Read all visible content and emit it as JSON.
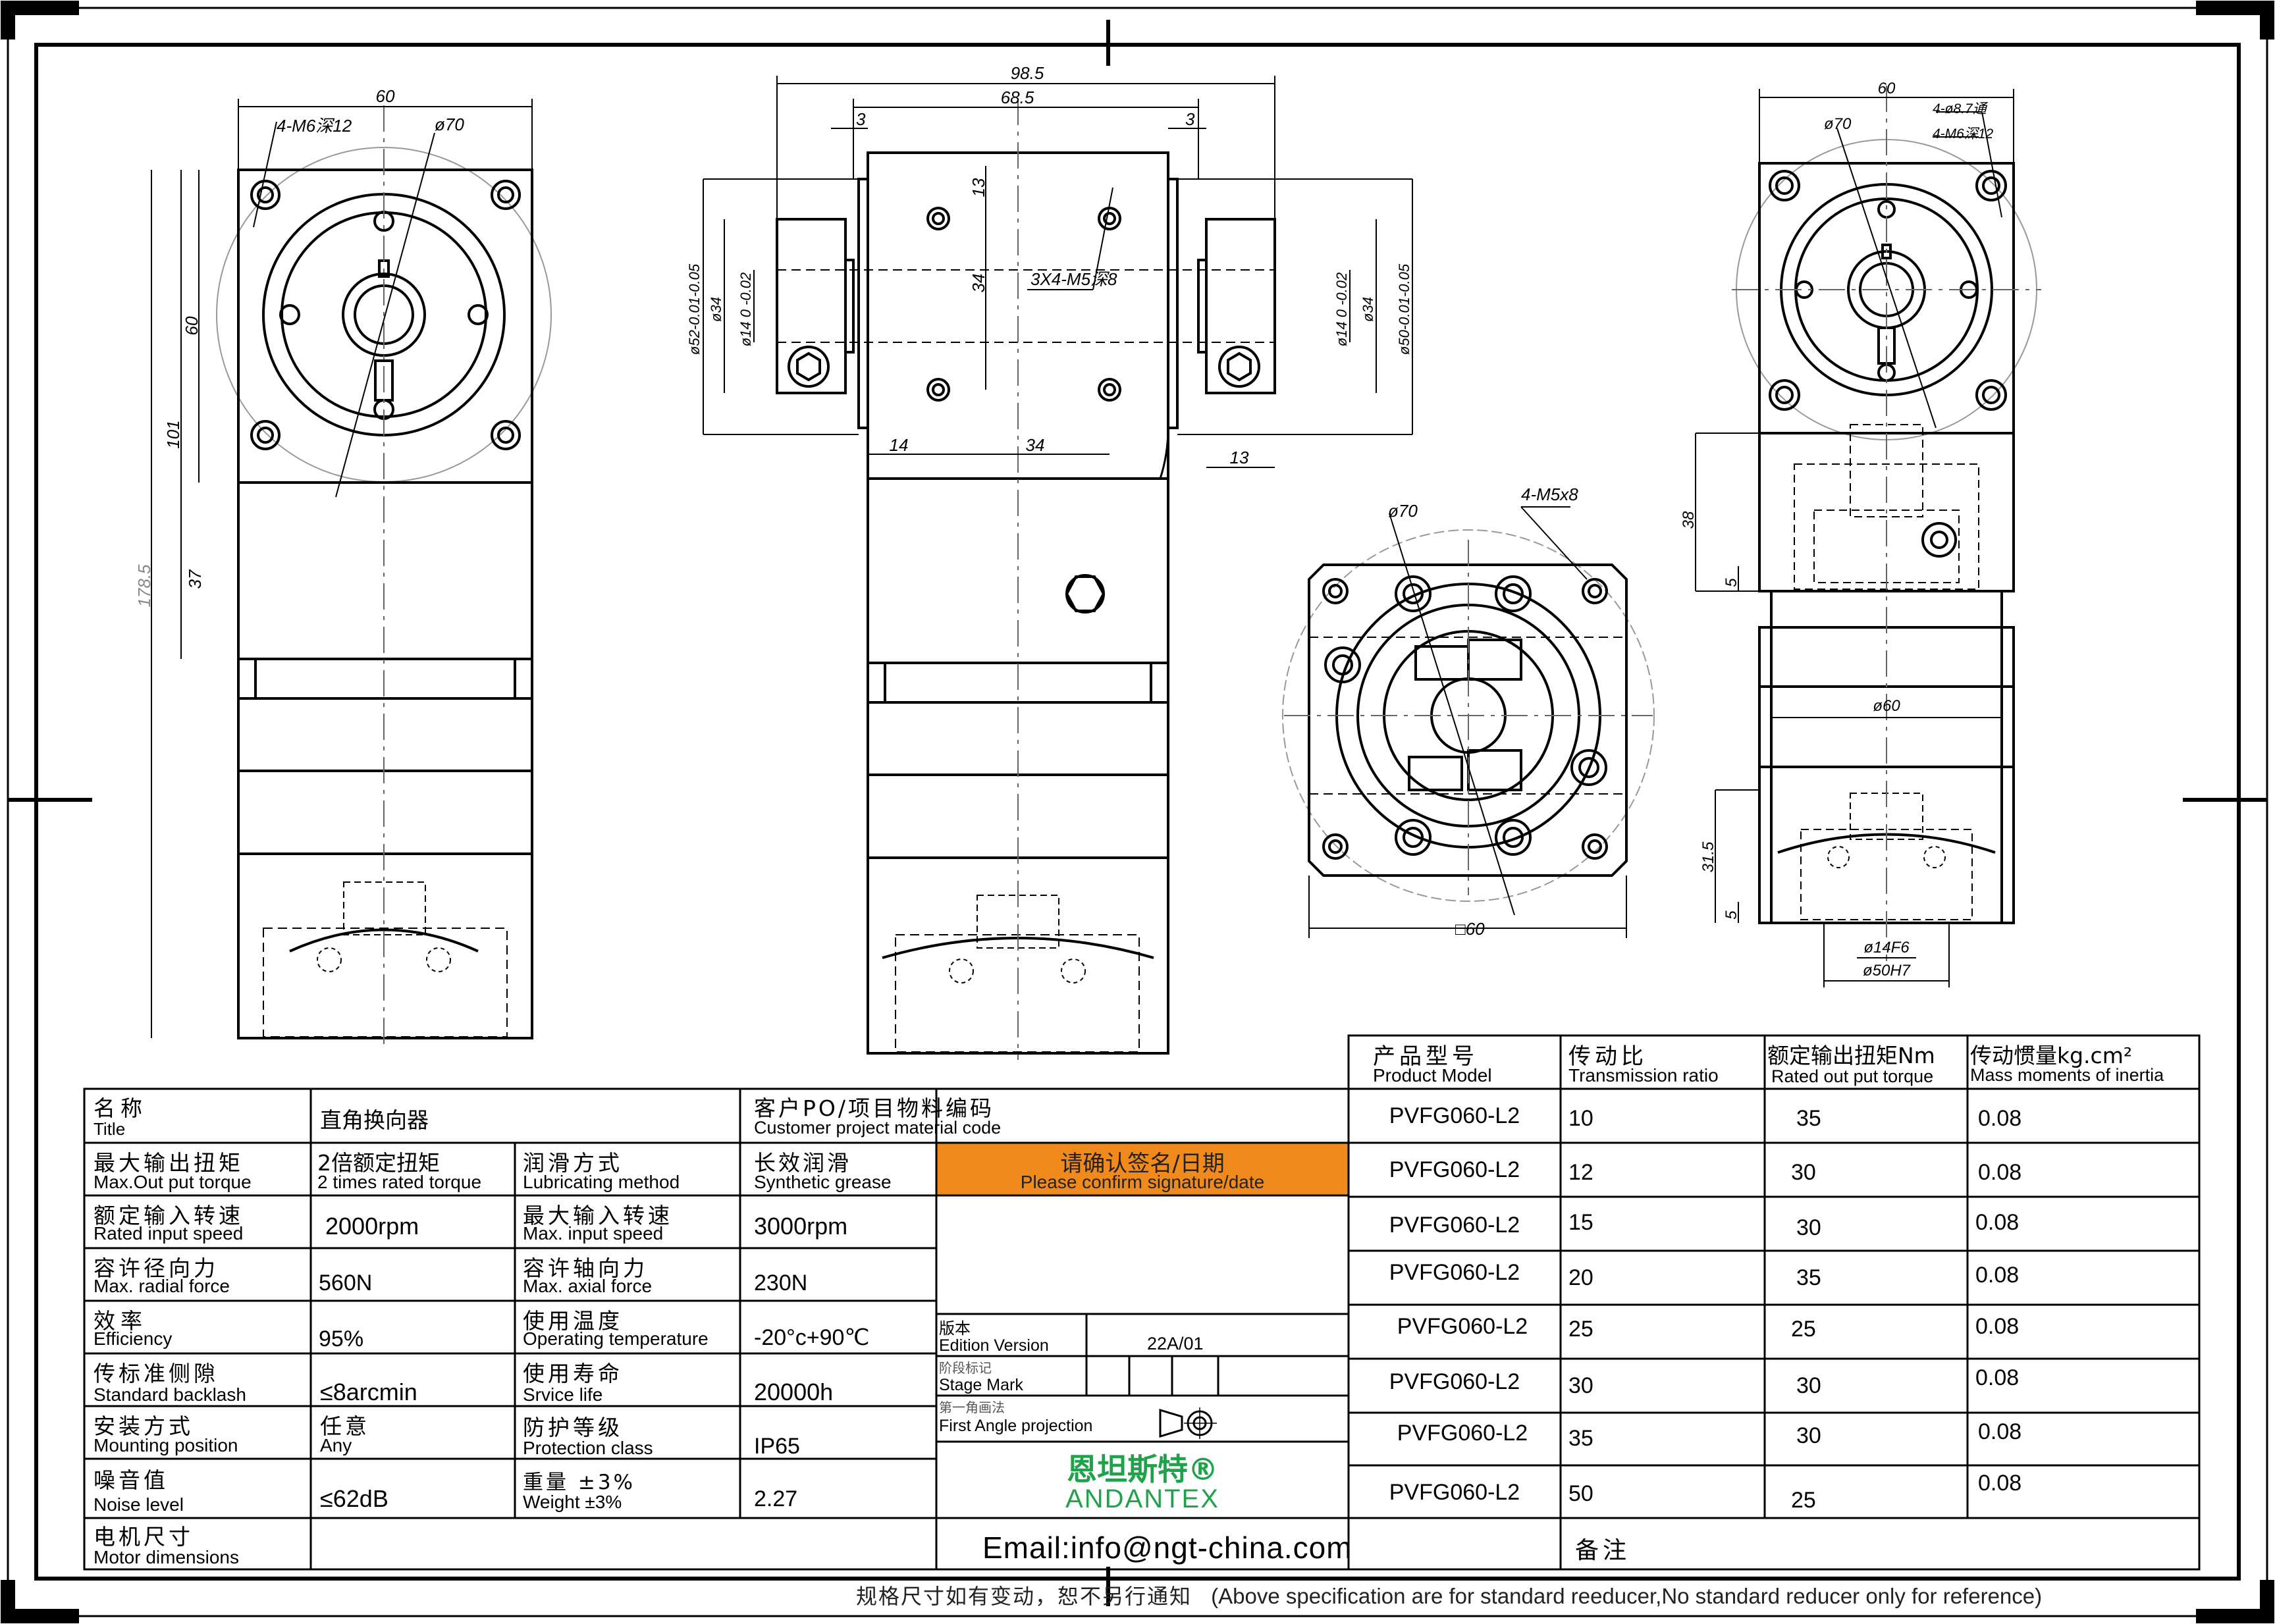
{
  "dimensions": {
    "left_view": {
      "top_width": "60",
      "tap_holes": "4-M6深12",
      "circle": "ø70",
      "flange_height": "60",
      "height_101": "101",
      "height_37": "37",
      "total_height": "178.5"
    },
    "center_view": {
      "overall": "98.5",
      "body": "68.5",
      "gap_left": "3",
      "gap_right": "3",
      "top_13": "13",
      "height_34": "34",
      "tap_holes": "3X4-M5深8",
      "bottom_14": "14",
      "bottom_34": "34",
      "shaft_13": "13",
      "left_d1": "ø52-0.01-0.05",
      "left_d2": "ø34",
      "left_d3": "ø14 0 -0.02",
      "right_d1": "ø14 0 -0.02",
      "right_d2": "ø34",
      "right_d3": "ø50-0.01-0.05"
    },
    "bottom_view": {
      "circle": "ø70",
      "tap_holes": "4-M5x8",
      "square": "□60"
    },
    "right_view": {
      "top_width": "60",
      "holes_1": "4-ø8.7通",
      "holes_2": "4-M6深12",
      "circle": "ø70",
      "height_38": "38",
      "height_5a": "5",
      "d60": "ø60",
      "height_315": "31.5",
      "height_5b": "5",
      "d14": "ø14F6",
      "d50": "ø50H7"
    }
  },
  "spec_table": {
    "rows": [
      {
        "label_cn": "名称",
        "label_en": "Title",
        "value": "直角换向器",
        "label2_cn": "客户PO/项目物料编码",
        "label2_en": "Customer project material code",
        "value2": ""
      },
      {
        "label_cn": "最大输出扭矩",
        "label_en": "Max.Out put torque",
        "value_cn": "2倍额定扭矩",
        "value_en": "2 times rated torque",
        "label2_cn": "润滑方式",
        "label2_en": "Lubricating method",
        "value2_cn": "长效润滑",
        "value2_en": "Synthetic grease"
      },
      {
        "label_cn": "额定输入转速",
        "label_en": "Rated input speed",
        "value": "2000rpm",
        "label2_cn": "最大输入转速",
        "label2_en": "Max. input speed",
        "value2": "3000rpm"
      },
      {
        "label_cn": "容许径向力",
        "label_en": "Max. radial force",
        "value": "560N",
        "label2_cn": "容许轴向力",
        "label2_en": "Max. axial force",
        "value2": "230N"
      },
      {
        "label_cn": "效率",
        "label_en": "Efficiency",
        "value": "95%",
        "label2_cn": "使用温度",
        "label2_en": "Operating temperature",
        "value2": "-20°c+90℃"
      },
      {
        "label_cn": "传标准侧隙",
        "label_en": "Standard backlash",
        "value": "≤8arcmin",
        "label2_cn": "使用寿命",
        "label2_en": "Srvice life",
        "value2": "20000h"
      },
      {
        "label_cn": "安装方式",
        "label_en": "Mounting position",
        "value_cn": "任意",
        "value_en": "Any",
        "label2_cn": "防护等级",
        "label2_en": "Protection class",
        "value2": "IP65"
      },
      {
        "label_cn": "噪音值",
        "label_en": "Noise level",
        "value": "≤62dB",
        "label2_cn": "重量 ±3%",
        "label2_en": "Weight ±3%",
        "value2": "2.27"
      },
      {
        "label_cn": "电机尺寸",
        "label_en": "Motor dimensions",
        "value": ""
      }
    ],
    "confirm_cn": "请确认签名/日期",
    "confirm_en": "Please confirm signature/date",
    "edition_cn": "版本",
    "edition_en": "Edition Version",
    "edition_value": "22A/01",
    "stage_cn": "阶段标记",
    "stage_en": "Stage Mark",
    "projection_cn": "第一角画法",
    "projection_en": "First Angle projection",
    "brand_cn": "恩坦斯特®",
    "brand_en": "ANDANTEX",
    "email": "Email:info@ngt-china.com",
    "remarks_cn": "备注"
  },
  "model_table": {
    "headers": [
      {
        "cn": "产品型号",
        "en": "Product Model"
      },
      {
        "cn": "传动比",
        "en": "Transmission ratio"
      },
      {
        "cn": "额定输出扭矩Nm",
        "en": "Rated out put torque"
      },
      {
        "cn": "传动惯量kg.cm²",
        "en": "Mass moments of inertia"
      }
    ],
    "rows": [
      [
        "PVFG060-L2",
        "10",
        "35",
        "0.08"
      ],
      [
        "PVFG060-L2",
        "12",
        "30",
        "0.08"
      ],
      [
        "PVFG060-L2",
        "15",
        "30",
        "0.08"
      ],
      [
        "PVFG060-L2",
        "20",
        "35",
        "0.08"
      ],
      [
        "PVFG060-L2",
        "25",
        "25",
        "0.08"
      ],
      [
        "PVFG060-L2",
        "30",
        "30",
        "0.08"
      ],
      [
        "PVFG060-L2",
        "35",
        "30",
        "0.08"
      ],
      [
        "PVFG060-L2",
        "50",
        "25",
        "0.08"
      ]
    ]
  },
  "footer": {
    "note_cn": "规格尺寸如有变动，恕不另行通知",
    "note_en": "(Above specification are for standard reeducer,No standard reducer only for reference)"
  },
  "colors": {
    "line": "#000000",
    "confirm_bg": "#f08a1c",
    "brand": "#1fa34a"
  }
}
